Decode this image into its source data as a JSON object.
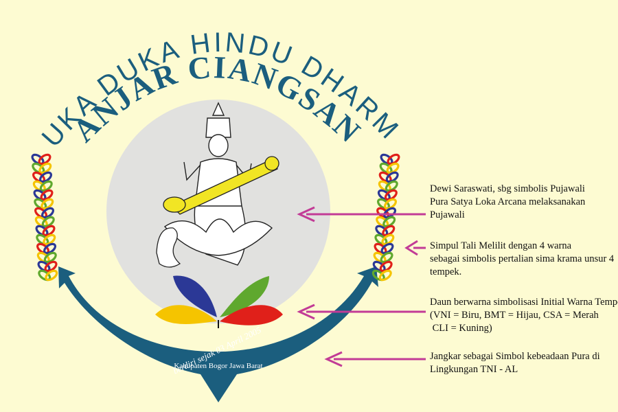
{
  "emblem": {
    "arc_title": "SUKA DUKA HINDU DHARMA",
    "banjar_title": "BANJAR CIANGSANA",
    "founded_text": "berdiri sejak 03 April 2005",
    "location_text": "Kabupaten Bogor Jawa Barat",
    "colors": {
      "background": "#fdfbd2",
      "title": "#1b5e7e",
      "anchor": "#1b5e7e",
      "circle": "#e1e1df",
      "arrow": "#c23b96",
      "leaf_blue": "#2b3896",
      "leaf_green": "#5fa82e",
      "leaf_red": "#e0201a",
      "leaf_yellow": "#f5c400",
      "figure_accent": "#f1e524"
    },
    "rope_colors": [
      "#2b3896",
      "#5fa82e",
      "#e0201a",
      "#f5c400"
    ],
    "icons": [
      "saraswati-figure-icon",
      "swan-icon",
      "veena-icon",
      "lotus-icon",
      "leaf-icon",
      "anchor-icon",
      "braided-rope-icon",
      "arrow-icon"
    ]
  },
  "annotations": [
    {
      "lines": [
        "Dewi Saraswati, sbg simbolis Pujawali",
        "Pura Satya Loka Arcana melaksanakan",
        "Pujawali"
      ]
    },
    {
      "lines": [
        "Simpul Tali Melilit dengan 4 warna",
        "sebagai simbolis pertalian sima krama unsur 4",
        "tempek."
      ]
    },
    {
      "lines": [
        "Daun berwarna simbolisasi Initial Warna Tempek",
        "(VNI = Biru, BMT = Hijau, CSA = Merah",
        " CLI = Kuning)"
      ]
    },
    {
      "lines": [
        "Jangkar sebagai Simbol kebeadaan Pura di",
        "Lingkungan TNI - AL"
      ]
    }
  ]
}
